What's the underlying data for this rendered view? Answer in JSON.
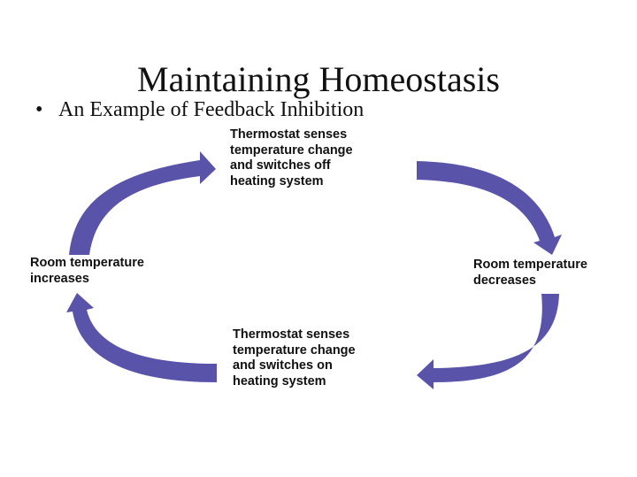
{
  "slide": {
    "title": "Maintaining Homeostasis",
    "bullet_marker": "•",
    "bullet_text": "An Example of Feedback Inhibition"
  },
  "diagram": {
    "type": "feedback-cycle",
    "arrow_color": "#5a53aa",
    "nodes": {
      "top": "Thermostat senses\ntemperature change\nand switches off\nheating system",
      "right": "Room temperature\ndecreases",
      "bottom": "Thermostat senses\ntemperature change\nand switches on\nheating system",
      "left": "Room temperature\nincreases"
    },
    "edges": [
      {
        "from": "left",
        "to": "top"
      },
      {
        "from": "top",
        "to": "right"
      },
      {
        "from": "right",
        "to": "bottom"
      },
      {
        "from": "bottom",
        "to": "left"
      }
    ]
  }
}
